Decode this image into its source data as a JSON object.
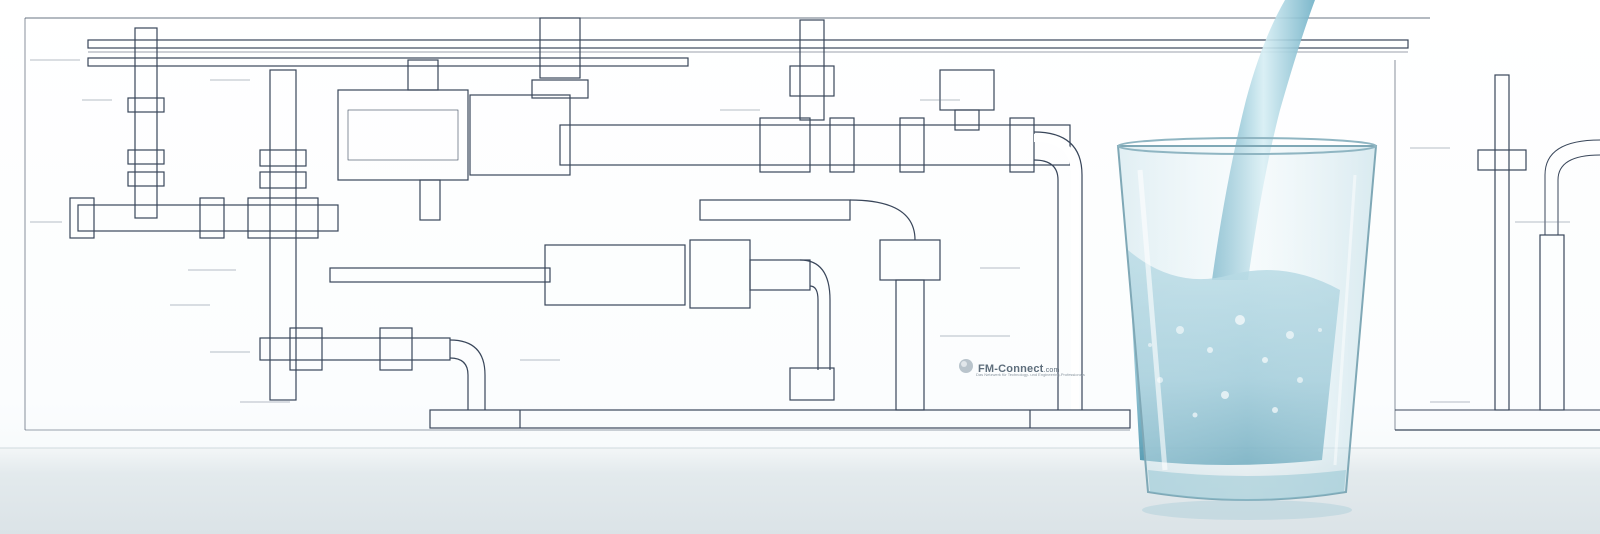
{
  "watermark": {
    "name": "FM-Connect",
    "tld": ".com",
    "tagline": "Das Netzwerk für Technology- und Engineering-Professionals"
  },
  "colors": {
    "ink": "#39465a",
    "ink_light": "#6f7c8c",
    "water": "#7fb9cc",
    "water_deep": "#3f8ea8",
    "counter": "#dde6ea"
  }
}
